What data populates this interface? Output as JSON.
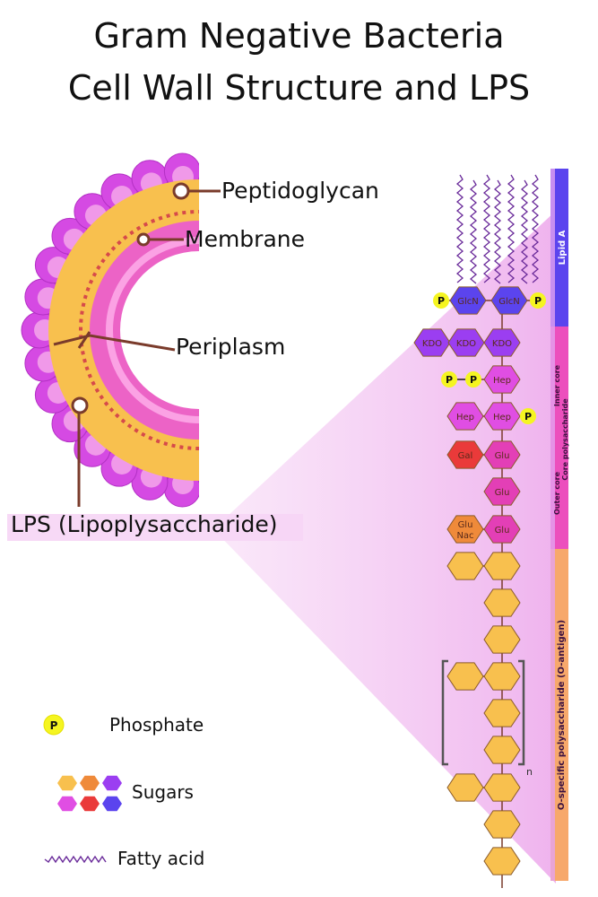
{
  "title": {
    "line1": "Gram Negative Bacteria",
    "line2": "Cell Wall Structure and LPS"
  },
  "cell_labels": {
    "peptidoglycan": "Peptidoglycan",
    "membrane": "Membrane",
    "periplasm": "Periplasm",
    "lps": "LPS (Lipoplysaccharide)"
  },
  "legend": {
    "phosphate_symbol": "P",
    "phosphate": "Phosphate",
    "sugars": "Sugars",
    "fatty_acid": "Fatty acid"
  },
  "side_bar": {
    "lipid_a": "Lipid A",
    "inner_core": "Inner core",
    "outer_core": "Outer core",
    "core_polysaccharide": "Core polysaccharide",
    "o_antigen": "O-specific polysaccharide (O-antigen)"
  },
  "lps_units": {
    "glcn": "GlcN",
    "kdo": "KDO",
    "hep": "Hep",
    "gal": "Gal",
    "glu": "Glu",
    "glunac_line1": "Glu",
    "glunac_line2": "Nac",
    "phosphate": "P",
    "repeat_n": "n"
  },
  "colors": {
    "orange": "#f8c04e",
    "magenta_wall": "#d54ae3",
    "membrane_pink": "#ec63c6",
    "membrane_light": "#fba2e4",
    "purple_kdo": "#9b3ef1",
    "blue_purple": "#5b44ee",
    "pink_hep": "#e04ee3",
    "red_gal": "#ea3a3a",
    "orange_glunac": "#ef8a3a",
    "glu": "#e33fb6",
    "phosphate_yellow": "#f5f521",
    "fatty_acid": "#6a2b9a",
    "line_brown": "#7a3b2b",
    "triangle": "#f4bdf2"
  }
}
